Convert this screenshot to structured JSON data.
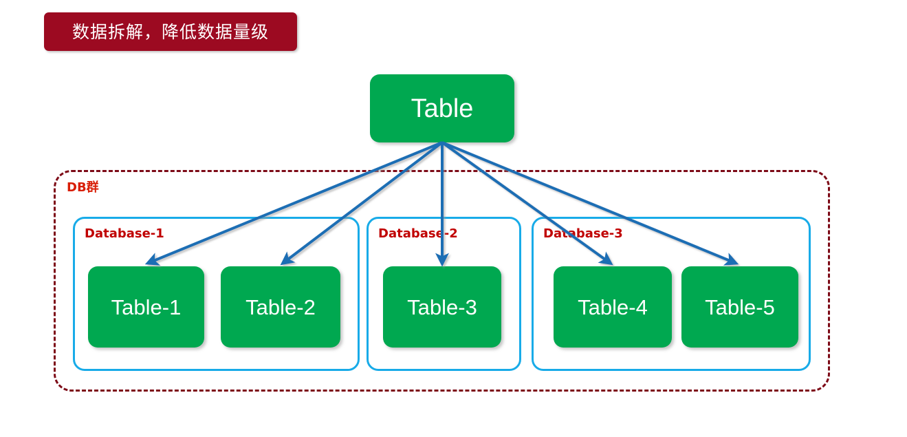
{
  "banner": {
    "text": "数据拆解，降低数据量级",
    "background_color": "#9C0A21",
    "text_color": "#FFFFFF"
  },
  "diagram": {
    "type": "tree",
    "root": {
      "label": "Table",
      "color": "#00A850",
      "text_color": "#FFFFFF"
    },
    "group": {
      "label": "DB群",
      "border_color": "#7D0B17",
      "border_style": "dashed",
      "label_color": "#D81E06"
    },
    "databases": [
      {
        "label": "Database-1",
        "border_color": "#18ABE8",
        "label_color": "#C00000",
        "tables": [
          "Table-1",
          "Table-2"
        ]
      },
      {
        "label": "Database-2",
        "border_color": "#18ABE8",
        "label_color": "#C00000",
        "tables": [
          "Table-3"
        ]
      },
      {
        "label": "Database-3",
        "border_color": "#18ABE8",
        "label_color": "#C00000",
        "tables": [
          "Table-4",
          "Table-5"
        ]
      }
    ],
    "tables": [
      {
        "label": "Table-1"
      },
      {
        "label": "Table-2"
      },
      {
        "label": "Table-3"
      },
      {
        "label": "Table-4"
      },
      {
        "label": "Table-5"
      }
    ],
    "arrows": {
      "color": "#1F6EB4",
      "origin_label": "Table",
      "count": 5,
      "targets": [
        "Table-1",
        "Table-2",
        "Table-3",
        "Table-4",
        "Table-5"
      ]
    }
  }
}
